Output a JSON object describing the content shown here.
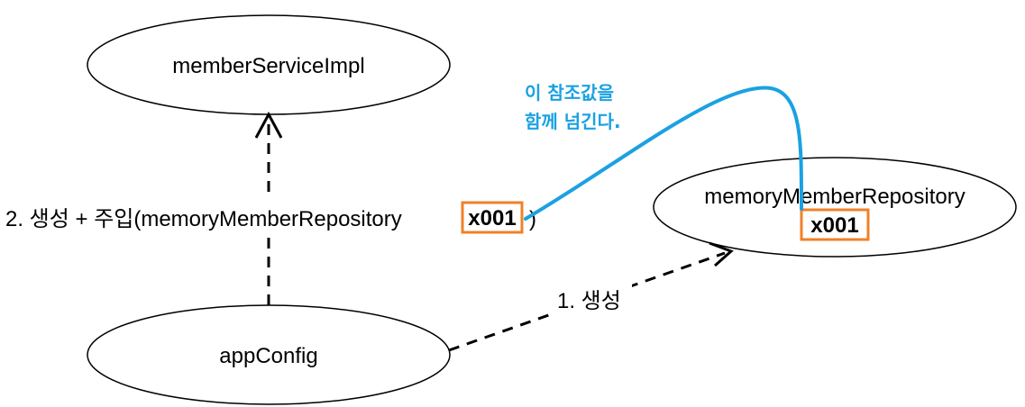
{
  "colors": {
    "line": "#000000",
    "highlight_border": "#f08028",
    "annotation": "#1ba1e2"
  },
  "nodes": {
    "member_service_impl": "memberServiceImpl",
    "app_config": "appConfig",
    "memory_member_repository": "memoryMemberRepository"
  },
  "reference_value": "x001",
  "edges": {
    "create": "1. 생성",
    "inject_prefix": "2. 생성 + 주입(memoryMemberRepository",
    "inject_suffix": ")"
  },
  "annotation": {
    "line1": "이 참조값을",
    "line2": "함께 넘긴다."
  }
}
